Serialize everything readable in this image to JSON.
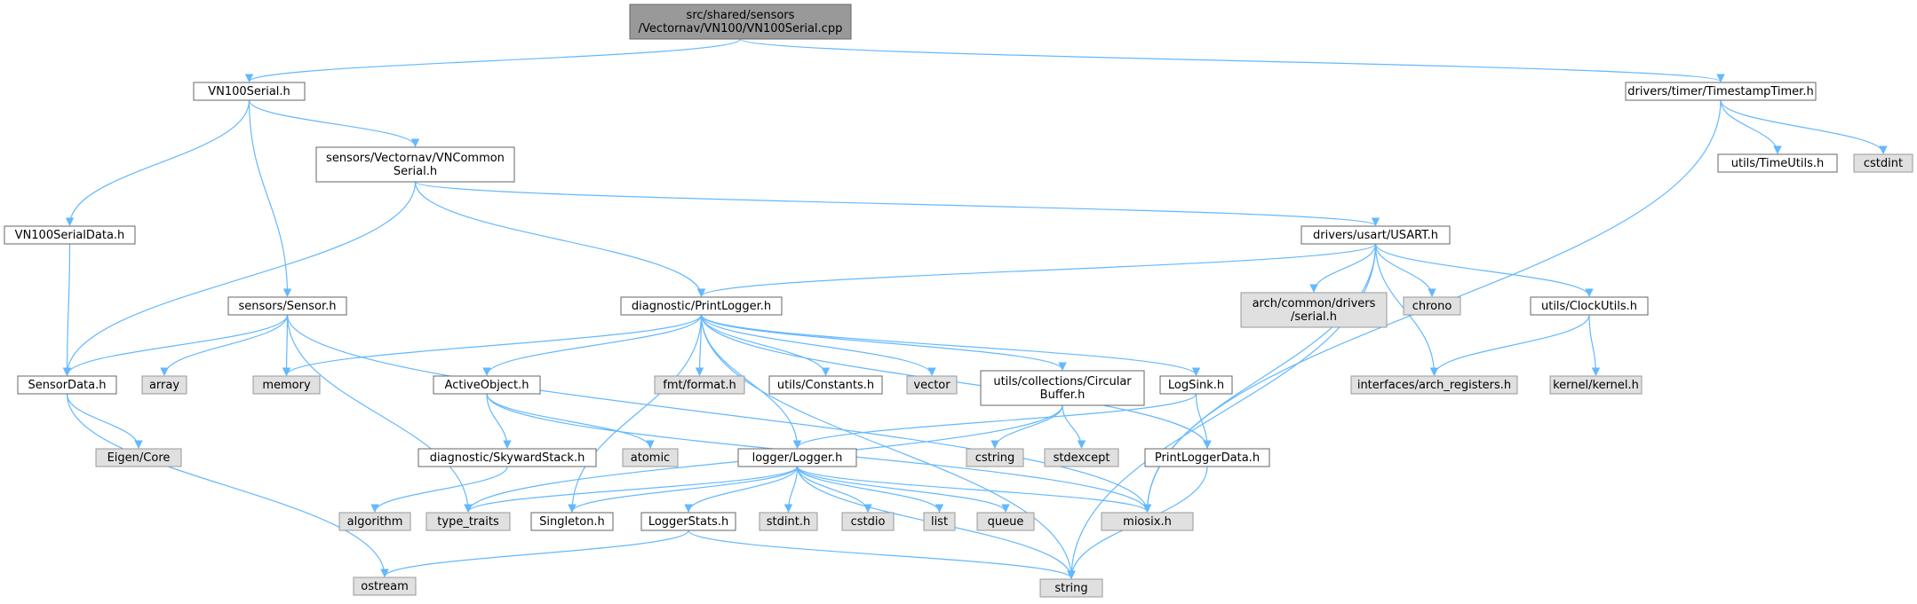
{
  "palette": {
    "root_fill": "#999999",
    "root_stroke": "#666666",
    "header_fill": "#ffffff",
    "header_stroke": "#666666",
    "system_fill": "#e0e0e0",
    "system_stroke": "#999999",
    "edge": "#63b8ff"
  },
  "nodes": [
    {
      "id": "root",
      "lines": [
        "src/shared/sensors",
        "/Vectornav/VN100/VN100Serial.cpp"
      ],
      "kind": "root"
    },
    {
      "id": "vn100serial_h",
      "lines": [
        "VN100Serial.h"
      ],
      "kind": "header"
    },
    {
      "id": "timestamptimer_h",
      "lines": [
        "drivers/timer/TimestampTimer.h"
      ],
      "kind": "header"
    },
    {
      "id": "vncommonserial_h",
      "lines": [
        "sensors/Vectornav/VNCommon",
        "Serial.h"
      ],
      "kind": "header"
    },
    {
      "id": "vn100serialdata_h",
      "lines": [
        "VN100SerialData.h"
      ],
      "kind": "header"
    },
    {
      "id": "timeutils_h",
      "lines": [
        "utils/TimeUtils.h"
      ],
      "kind": "header"
    },
    {
      "id": "cstdint",
      "lines": [
        "cstdint"
      ],
      "kind": "system"
    },
    {
      "id": "usart_h",
      "lines": [
        "drivers/usart/USART.h"
      ],
      "kind": "header"
    },
    {
      "id": "sensor_h",
      "lines": [
        "sensors/Sensor.h"
      ],
      "kind": "header"
    },
    {
      "id": "printlogger_h",
      "lines": [
        "diagnostic/PrintLogger.h"
      ],
      "kind": "header"
    },
    {
      "id": "arch_serial",
      "lines": [
        "arch/common/drivers",
        "/serial.h"
      ],
      "kind": "system"
    },
    {
      "id": "chrono",
      "lines": [
        "chrono"
      ],
      "kind": "system"
    },
    {
      "id": "clockutils_h",
      "lines": [
        "utils/ClockUtils.h"
      ],
      "kind": "header"
    },
    {
      "id": "sensordata_h",
      "lines": [
        "SensorData.h"
      ],
      "kind": "header"
    },
    {
      "id": "array",
      "lines": [
        "array"
      ],
      "kind": "system"
    },
    {
      "id": "memory",
      "lines": [
        "memory"
      ],
      "kind": "system"
    },
    {
      "id": "activeobject_h",
      "lines": [
        "ActiveObject.h"
      ],
      "kind": "header"
    },
    {
      "id": "fmt_format_h",
      "lines": [
        "fmt/format.h"
      ],
      "kind": "system"
    },
    {
      "id": "constants_h",
      "lines": [
        "utils/Constants.h"
      ],
      "kind": "header"
    },
    {
      "id": "vector",
      "lines": [
        "vector"
      ],
      "kind": "system"
    },
    {
      "id": "circularbuffer_h",
      "lines": [
        "utils/collections/Circular",
        "Buffer.h"
      ],
      "kind": "header"
    },
    {
      "id": "logsink_h",
      "lines": [
        "LogSink.h"
      ],
      "kind": "header"
    },
    {
      "id": "arch_registers_h",
      "lines": [
        "interfaces/arch_registers.h"
      ],
      "kind": "system"
    },
    {
      "id": "kernel_h",
      "lines": [
        "kernel/kernel.h"
      ],
      "kind": "system"
    },
    {
      "id": "eigen_core",
      "lines": [
        "Eigen/Core"
      ],
      "kind": "system"
    },
    {
      "id": "skywardstack_h",
      "lines": [
        "diagnostic/SkywardStack.h"
      ],
      "kind": "header"
    },
    {
      "id": "atomic",
      "lines": [
        "atomic"
      ],
      "kind": "system"
    },
    {
      "id": "logger_h",
      "lines": [
        "logger/Logger.h"
      ],
      "kind": "header"
    },
    {
      "id": "cstring",
      "lines": [
        "cstring"
      ],
      "kind": "system"
    },
    {
      "id": "stdexcept",
      "lines": [
        "stdexcept"
      ],
      "kind": "system"
    },
    {
      "id": "printloggerdata_h",
      "lines": [
        "PrintLoggerData.h"
      ],
      "kind": "header"
    },
    {
      "id": "algorithm",
      "lines": [
        "algorithm"
      ],
      "kind": "system"
    },
    {
      "id": "type_traits",
      "lines": [
        "type_traits"
      ],
      "kind": "system"
    },
    {
      "id": "singleton_h",
      "lines": [
        "Singleton.h"
      ],
      "kind": "header"
    },
    {
      "id": "loggerstats_h",
      "lines": [
        "LoggerStats.h"
      ],
      "kind": "header"
    },
    {
      "id": "stdint_h",
      "lines": [
        "stdint.h"
      ],
      "kind": "system"
    },
    {
      "id": "cstdio",
      "lines": [
        "cstdio"
      ],
      "kind": "system"
    },
    {
      "id": "list",
      "lines": [
        "list"
      ],
      "kind": "system"
    },
    {
      "id": "queue",
      "lines": [
        "queue"
      ],
      "kind": "system"
    },
    {
      "id": "miosix_h",
      "lines": [
        "miosix.h"
      ],
      "kind": "system"
    },
    {
      "id": "ostream",
      "lines": [
        "ostream"
      ],
      "kind": "system"
    },
    {
      "id": "string",
      "lines": [
        "string"
      ],
      "kind": "system"
    }
  ],
  "edges": [
    {
      "from": "root",
      "to": "vn100serial_h"
    },
    {
      "from": "root",
      "to": "timestamptimer_h"
    },
    {
      "from": "vn100serial_h",
      "to": "vn100serialdata_h"
    },
    {
      "from": "vn100serial_h",
      "to": "sensor_h"
    },
    {
      "from": "vn100serial_h",
      "to": "vncommonserial_h"
    },
    {
      "from": "vn100serialdata_h",
      "to": "sensordata_h"
    },
    {
      "from": "vncommonserial_h",
      "to": "sensordata_h"
    },
    {
      "from": "vncommonserial_h",
      "to": "printlogger_h"
    },
    {
      "from": "vncommonserial_h",
      "to": "usart_h"
    },
    {
      "from": "timestamptimer_h",
      "to": "timeutils_h"
    },
    {
      "from": "timestamptimer_h",
      "to": "cstdint"
    },
    {
      "from": "timestamptimer_h",
      "to": "miosix_h"
    },
    {
      "from": "usart_h",
      "to": "printlogger_h"
    },
    {
      "from": "usart_h",
      "to": "arch_serial"
    },
    {
      "from": "usart_h",
      "to": "chrono"
    },
    {
      "from": "usart_h",
      "to": "clockutils_h"
    },
    {
      "from": "usart_h",
      "to": "arch_registers_h"
    },
    {
      "from": "usart_h",
      "to": "miosix_h"
    },
    {
      "from": "usart_h",
      "to": "string"
    },
    {
      "from": "clockutils_h",
      "to": "arch_registers_h"
    },
    {
      "from": "clockutils_h",
      "to": "kernel_h"
    },
    {
      "from": "sensor_h",
      "to": "sensordata_h"
    },
    {
      "from": "sensor_h",
      "to": "array"
    },
    {
      "from": "sensor_h",
      "to": "memory"
    },
    {
      "from": "sensor_h",
      "to": "type_traits"
    },
    {
      "from": "sensor_h",
      "to": "miosix_h"
    },
    {
      "from": "sensordata_h",
      "to": "eigen_core"
    },
    {
      "from": "sensordata_h",
      "to": "ostream"
    },
    {
      "from": "printlogger_h",
      "to": "memory"
    },
    {
      "from": "printlogger_h",
      "to": "activeobject_h"
    },
    {
      "from": "printlogger_h",
      "to": "fmt_format_h"
    },
    {
      "from": "printlogger_h",
      "to": "constants_h"
    },
    {
      "from": "printlogger_h",
      "to": "vector"
    },
    {
      "from": "printlogger_h",
      "to": "circularbuffer_h"
    },
    {
      "from": "printlogger_h",
      "to": "logsink_h"
    },
    {
      "from": "printlogger_h",
      "to": "printloggerdata_h"
    },
    {
      "from": "printlogger_h",
      "to": "logger_h"
    },
    {
      "from": "printlogger_h",
      "to": "singleton_h"
    },
    {
      "from": "printlogger_h",
      "to": "string"
    },
    {
      "from": "activeobject_h",
      "to": "skywardstack_h"
    },
    {
      "from": "activeobject_h",
      "to": "atomic"
    },
    {
      "from": "activeobject_h",
      "to": "miosix_h"
    },
    {
      "from": "skywardstack_h",
      "to": "algorithm"
    },
    {
      "from": "circularbuffer_h",
      "to": "cstring"
    },
    {
      "from": "circularbuffer_h",
      "to": "stdexcept"
    },
    {
      "from": "circularbuffer_h",
      "to": "type_traits"
    },
    {
      "from": "logsink_h",
      "to": "logger_h"
    },
    {
      "from": "logsink_h",
      "to": "printloggerdata_h"
    },
    {
      "from": "printloggerdata_h",
      "to": "string"
    },
    {
      "from": "logger_h",
      "to": "type_traits"
    },
    {
      "from": "logger_h",
      "to": "singleton_h"
    },
    {
      "from": "logger_h",
      "to": "loggerstats_h"
    },
    {
      "from": "logger_h",
      "to": "stdint_h"
    },
    {
      "from": "logger_h",
      "to": "cstdio"
    },
    {
      "from": "logger_h",
      "to": "list"
    },
    {
      "from": "logger_h",
      "to": "queue"
    },
    {
      "from": "logger_h",
      "to": "miosix_h"
    },
    {
      "from": "logger_h",
      "to": "string"
    },
    {
      "from": "loggerstats_h",
      "to": "ostream"
    },
    {
      "from": "loggerstats_h",
      "to": "string"
    }
  ]
}
